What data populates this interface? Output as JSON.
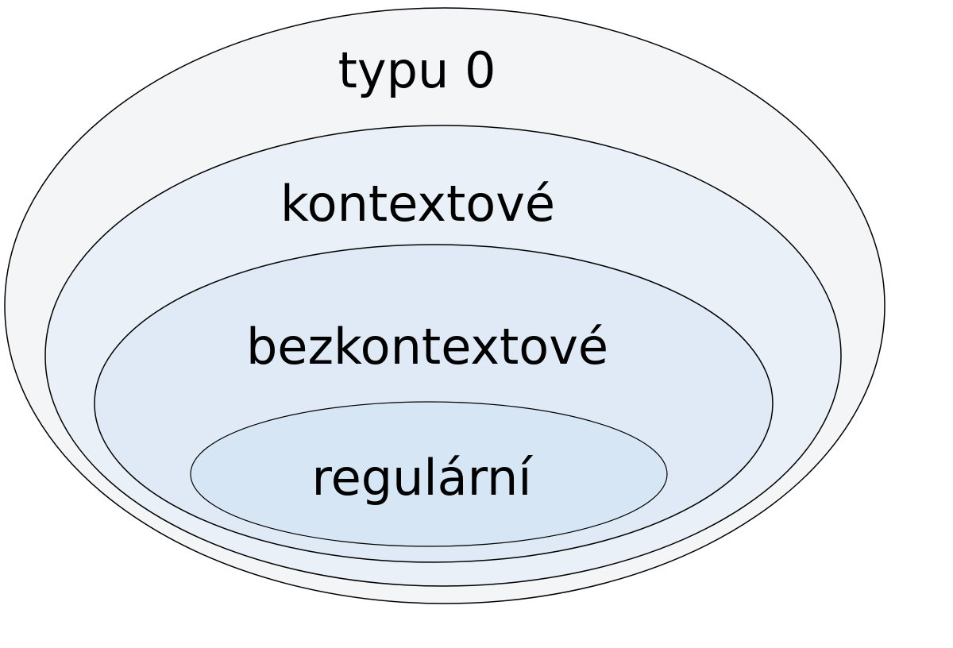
{
  "diagram": {
    "sets": [
      {
        "label": "typu 0",
        "color": "#f4f5f7"
      },
      {
        "label": "kontextové",
        "color": "#eaf0f8"
      },
      {
        "label": "bezkontextové",
        "color": "#e0eaf6"
      },
      {
        "label": "regulární",
        "color": "#d6e6f5"
      }
    ]
  }
}
